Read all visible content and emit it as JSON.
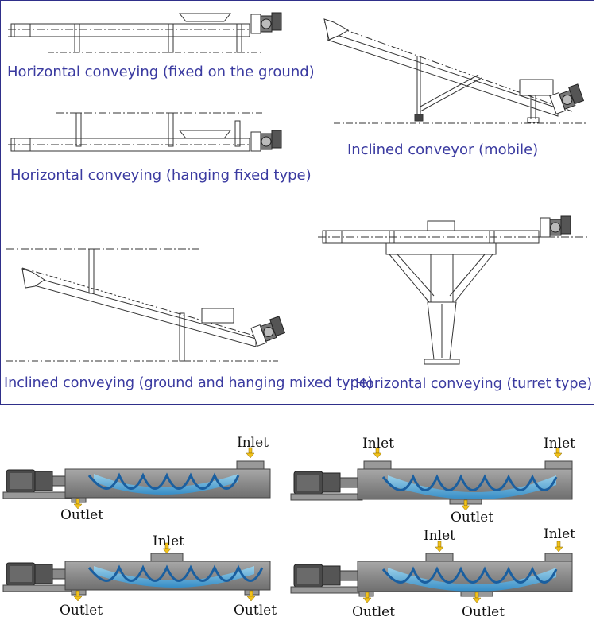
{
  "top_labels": {
    "fixed_ground": "Horizontal conveying (fixed on the ground)",
    "inclined_mobile": "Inclined conveyor (mobile)",
    "hanging_fixed": "Horizontal conveying (hanging fixed type)",
    "mixed": "Inclined conveying (ground and hanging mixed type)",
    "turret": "Horizontal conveying (turret type)"
  },
  "flow_diagrams": {
    "d1": {
      "inlet": "Inlet",
      "outlet": "Outlet"
    },
    "d2": {
      "inlet_left": "Inlet",
      "inlet_right": "Inlet",
      "outlet": "Outlet"
    },
    "d3": {
      "inlet": "Inlet",
      "outlet_left": "Outlet",
      "outlet_right": "Outlet"
    },
    "d4": {
      "inlet_left": "Inlet",
      "inlet_right": "Inlet",
      "outlet_left": "Outlet",
      "outlet_mid": "Outlet"
    }
  },
  "colors": {
    "label": "#3a3aa0",
    "frame": "#2f2f8a",
    "liquid": "#3aa0d8",
    "arrow": "#f2c21a"
  }
}
